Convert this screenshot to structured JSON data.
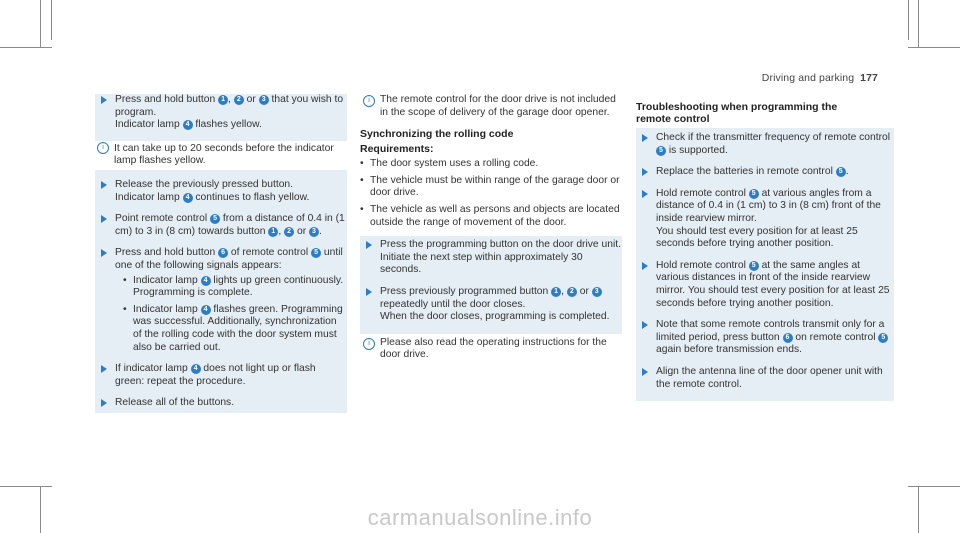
{
  "header": {
    "section": "Driving and parking",
    "page": "177"
  },
  "col1": {
    "i1": {
      "a": "Press and hold button ",
      "b1": "1",
      "sep1": ", ",
      "b2": "2",
      "or": " or ",
      "b3": "3",
      "c": " that you wish to program.",
      "d": "Indicator lamp ",
      "b4": "4",
      "e": " flashes yellow."
    },
    "n1": {
      "text": "It can take up to 20 seconds before the indicator lamp flashes yellow."
    },
    "i2": {
      "a": "Release the previously pressed button.",
      "b": "Indicator lamp ",
      "b4": "4",
      "c": " continues to flash yellow."
    },
    "i3": {
      "a": "Point remote control ",
      "b5": "5",
      "c": " from a distance of 0.4 in (1 cm) to 3 in (8 cm) towards button ",
      "b1": "1",
      "sep": ", ",
      "b2": "2",
      "or": " or ",
      "b3": "3",
      "end": "."
    },
    "i4": {
      "a": "Press and hold button ",
      "b6": "6",
      "c": " of remote control ",
      "b5": "5",
      "d": " until one of the following signals appears:",
      "l1a": "Indicator lamp ",
      "l1b": "4",
      "l1c": " lights up green continuously. Programming is complete.",
      "l2a": "Indicator lamp ",
      "l2b": "4",
      "l2c": " flashes green. Programming was successful. Additionally, synchronization of the rolling code with the door system must also be carried out."
    },
    "i5": {
      "a": "If indicator lamp ",
      "b4": "4",
      "c": " does not light up or flash green: repeat the procedure."
    },
    "i6": {
      "a": "Release all of the buttons."
    }
  },
  "col2": {
    "n1": {
      "text": "The remote control for the door drive is not included in the scope of delivery of the garage door opener."
    },
    "h": "Synchronizing the rolling code",
    "req": "Requirements:",
    "reqs": [
      "The door system uses a rolling code.",
      "The vehicle must be within range of the garage door or door drive.",
      "The vehicle as well as persons and objects are located outside the range of movement of the door."
    ],
    "i1": {
      "a": "Press the programming button on the door drive unit.",
      "b": "Initiate the next step within approximately 30 seconds."
    },
    "i2": {
      "a": "Press previously programmed button ",
      "b1": "1",
      "sep": ", ",
      "b2": "2",
      "or": " or ",
      "b3": "3",
      "c": " repeatedly until the door closes.",
      "d": "When the door closes, programming is completed."
    },
    "n2": {
      "text": "Please also read the operating instructions for the door drive."
    }
  },
  "col3": {
    "h1": "Troubleshooting when programming the",
    "h2": "remote control",
    "i1": {
      "a": "Check if the transmitter frequency of remote control ",
      "b5": "5",
      "c": " is supported."
    },
    "i2": {
      "a": "Replace the batteries in remote control ",
      "b5": "5",
      "c": "."
    },
    "i3": {
      "a": "Hold remote control ",
      "b5": "5",
      "c": " at various angles from a distance of 0.4 in (1 cm) to 3 in (8 cm) front of the inside rearview mirror.",
      "d": "You should test every position for at least 25 seconds before trying another position."
    },
    "i4": {
      "a": "Hold remote control ",
      "b5": "5",
      "c": " at the same angles at various distances in front of the inside rearview mirror. You should test every position for at least 25 seconds before trying another position."
    },
    "i5": {
      "a": "Note that some remote controls transmit only for a limited period, press button ",
      "b6": "6",
      "c": " on remote control ",
      "b5": "5",
      "d": " again before transmission ends."
    },
    "i6": {
      "a": "Align the antenna line of the door opener unit with the remote control."
    }
  },
  "watermark": "carmanualsonline.info"
}
